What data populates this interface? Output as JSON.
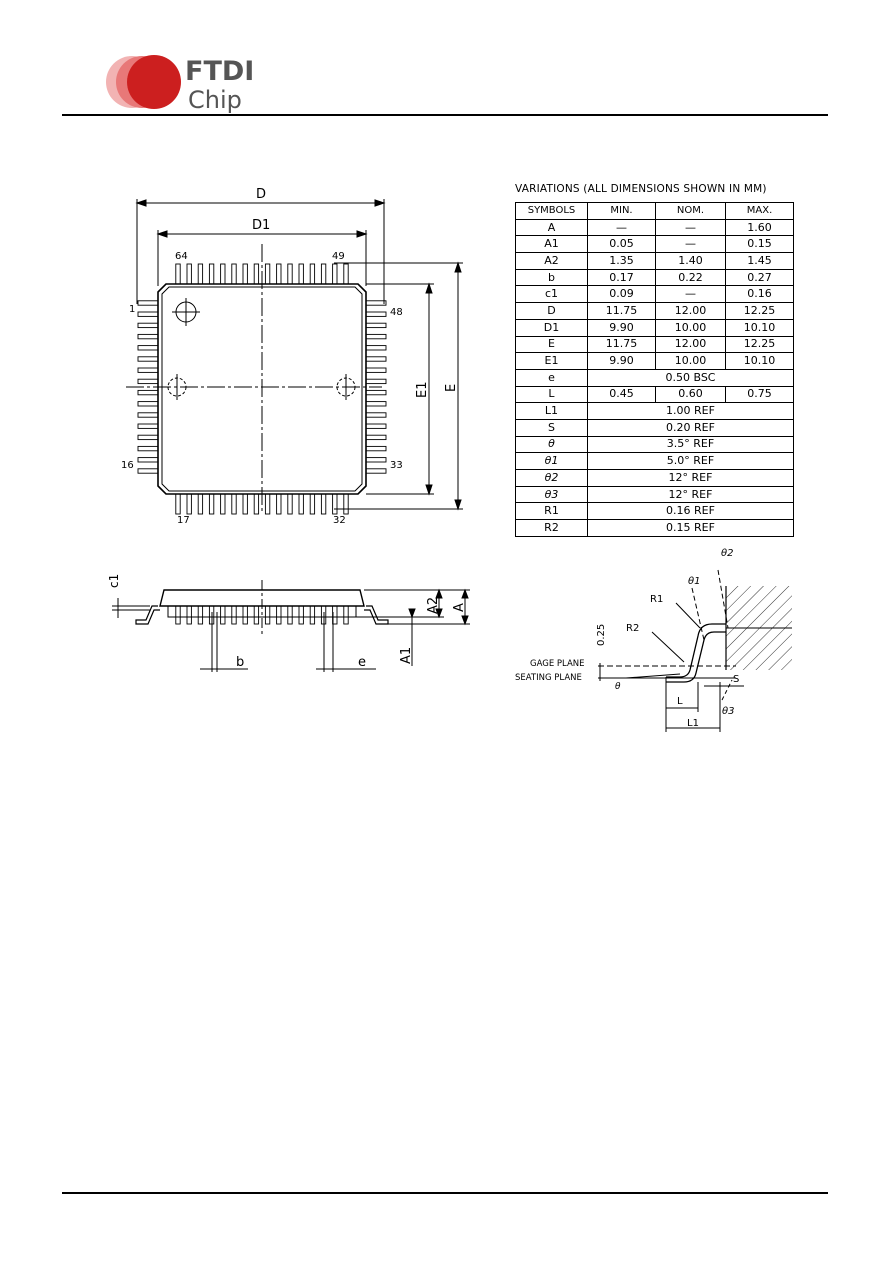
{
  "logo": {
    "line1": "FTDI",
    "line2": "Chip"
  },
  "top_view": {
    "dims": {
      "D": "D",
      "D1": "D1",
      "E": "E",
      "E1": "E1"
    },
    "pins": {
      "p64": "64",
      "p49": "49",
      "p1": "1",
      "p48": "48",
      "p16": "16",
      "p33": "33",
      "p17": "17",
      "p32": "32"
    }
  },
  "side_view": {
    "c1": "c1",
    "b": "b",
    "e": "e",
    "A": "A",
    "A1": "A1",
    "A2": "A2"
  },
  "detail": {
    "theta": "θ",
    "theta1": "θ1",
    "theta2": "θ2",
    "theta3": "θ3",
    "R1": "R1",
    "R2": "R2",
    "dim025": "0.25",
    "gage_plane": "GAGE PLANE",
    "seating_plane": "SEATING PLANE",
    "L": "L",
    "L1": "L1",
    "S": "S"
  },
  "table": {
    "caption": "VARIATIONS (ALL DIMENSIONS SHOWN IN MM)",
    "headers": [
      "SYMBOLS",
      "MIN.",
      "NOM.",
      "MAX."
    ],
    "rows": [
      {
        "sym": "A",
        "min": "—",
        "nom": "—",
        "max": "1.60"
      },
      {
        "sym": "A1",
        "min": "0.05",
        "nom": "—",
        "max": "0.15"
      },
      {
        "sym": "A2",
        "min": "1.35",
        "nom": "1.40",
        "max": "1.45"
      },
      {
        "sym": "b",
        "min": "0.17",
        "nom": "0.22",
        "max": "0.27"
      },
      {
        "sym": "c1",
        "min": "0.09",
        "nom": "—",
        "max": "0.16"
      },
      {
        "sym": "D",
        "min": "11.75",
        "nom": "12.00",
        "max": "12.25"
      },
      {
        "sym": "D1",
        "min": "9.90",
        "nom": "10.00",
        "max": "10.10"
      },
      {
        "sym": "E",
        "min": "11.75",
        "nom": "12.00",
        "max": "12.25"
      },
      {
        "sym": "E1",
        "min": "9.90",
        "nom": "10.00",
        "max": "10.10"
      },
      {
        "sym": "e",
        "span": "0.50 BSC"
      },
      {
        "sym": "L",
        "min": "0.45",
        "nom": "0.60",
        "max": "0.75"
      },
      {
        "sym": "L1",
        "span": "1.00 REF"
      },
      {
        "sym": "S",
        "span": "0.20 REF"
      },
      {
        "sym": "θ",
        "span": "3.5° REF",
        "italic": true
      },
      {
        "sym": "θ1",
        "span": "5.0° REF",
        "italic": true
      },
      {
        "sym": "θ2",
        "span": "12° REF",
        "italic": true
      },
      {
        "sym": "θ3",
        "span": "12° REF",
        "italic": true
      },
      {
        "sym": "R1",
        "span": "0.16 REF"
      },
      {
        "sym": "R2",
        "span": "0.15 REF"
      }
    ]
  },
  "colors": {
    "brand_red": "#cc1f1f",
    "brand_gray": "#555555"
  }
}
